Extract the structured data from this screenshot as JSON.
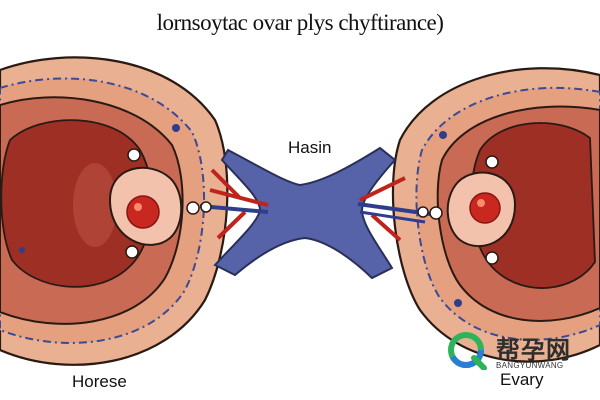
{
  "title": "lornsoytac ovar plys chyftirance)",
  "labels": {
    "center": "Hasin",
    "bottom_left": "Horese",
    "bottom_right": "Evary"
  },
  "watermark": {
    "cn": "帮孕网",
    "en": "BANGYUNWANG"
  },
  "colors": {
    "outer_tissue": "#e9b092",
    "inner_tissue": "#c96a55",
    "core": "#9d2f25",
    "duct": "#5663a8",
    "vessel_red": "#c0221c",
    "outline": "#2a1a14"
  },
  "icons": [
    "ovary-left",
    "ovary-right",
    "tube-connector",
    "follicle-left",
    "follicle-right",
    "watermark-logo"
  ]
}
